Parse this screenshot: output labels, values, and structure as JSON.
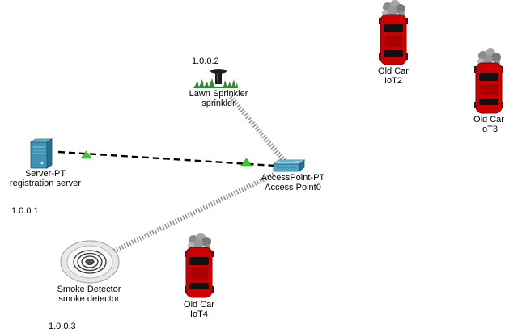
{
  "devices": {
    "server": {
      "type_label": "Server-PT",
      "name_label": "registration server",
      "ip": "1.0.0.1",
      "icon": "server-icon"
    },
    "access_point": {
      "type_label": "AccessPoint-PT",
      "name_label": "Access Point0",
      "icon": "access-point-icon"
    },
    "sprinkler": {
      "type_label": "Lawn Sprinkler",
      "name_label": "sprinkler",
      "ip": "1.0.0.2",
      "icon": "lawn-sprinkler-icon"
    },
    "smoke_detector": {
      "type_label": "Smoke Detector",
      "name_label": "smoke detector",
      "ip": "1.0.0.3",
      "icon": "smoke-detector-icon"
    },
    "car_iot2": {
      "type_label": "Old Car",
      "name_label": "IoT2",
      "icon": "old-car-icon"
    },
    "car_iot3": {
      "type_label": "Old Car",
      "name_label": "IoT3",
      "icon": "old-car-icon"
    },
    "car_iot4": {
      "type_label": "Old Car",
      "name_label": "IoT4",
      "icon": "old-car-icon"
    }
  },
  "colors": {
    "wired_link": "#000000",
    "wireless_link": "#9a9a9a",
    "link_status": "#33cc33",
    "car_body": "#cc0000",
    "server": "#3f94b5",
    "access_point": "#4fa3c7"
  }
}
